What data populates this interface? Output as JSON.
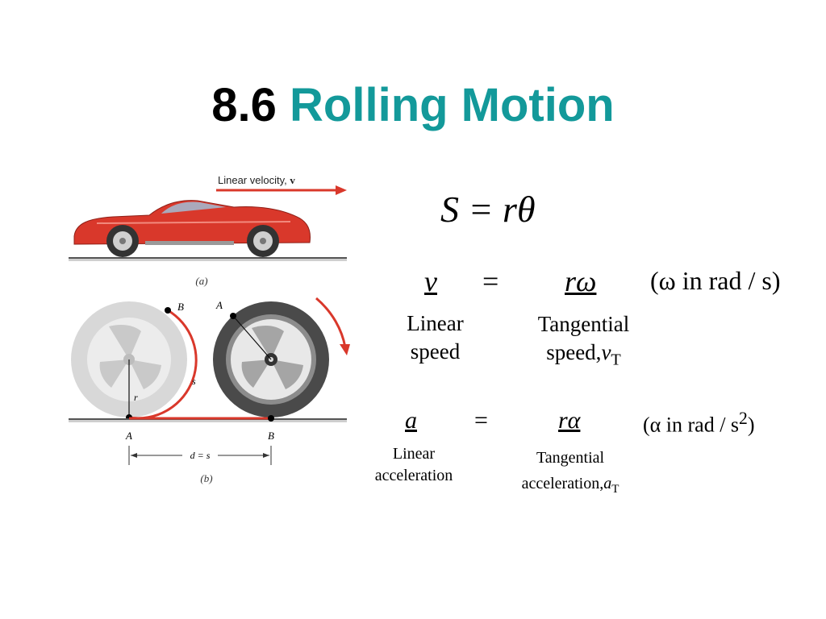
{
  "title": {
    "number": "8.6",
    "name": "Rolling Motion"
  },
  "figure": {
    "velocity_label": "Linear velocity, ",
    "velocity_symbol": "v",
    "caption_a": "(a)",
    "caption_b": "(b)",
    "point_A_left": "A",
    "point_B_left": "B",
    "point_A_right": "A",
    "point_B_bottom": "B",
    "point_A_bottom": "A",
    "radius_label": "r",
    "arc_label": "s",
    "distance_label": "d = s"
  },
  "equations": {
    "arc": "S = rθ",
    "velocity": {
      "lhs": "v",
      "equals": "=",
      "rhs": "rω",
      "unit": "(ω in rad / s)",
      "lhs_label_1": "Linear",
      "lhs_label_2": "speed",
      "rhs_label_1": "Tangential",
      "rhs_label_2": "speed,",
      "rhs_label_sym": "v",
      "rhs_label_sub": "T"
    },
    "acceleration": {
      "lhs": "a",
      "equals": "=",
      "rhs": "rα",
      "unit_pre": "(α in rad / s",
      "unit_sup": "2",
      "unit_post": ")",
      "lhs_label_1": "Linear",
      "lhs_label_2": "acceleration",
      "rhs_label_1": "Tangential",
      "rhs_label_2": "acceleration,",
      "rhs_label_sym": "a",
      "rhs_label_sub": "T"
    }
  },
  "colors": {
    "title_accent": "#13999a",
    "car_red": "#d9382b",
    "arc_red": "#d9382b"
  }
}
